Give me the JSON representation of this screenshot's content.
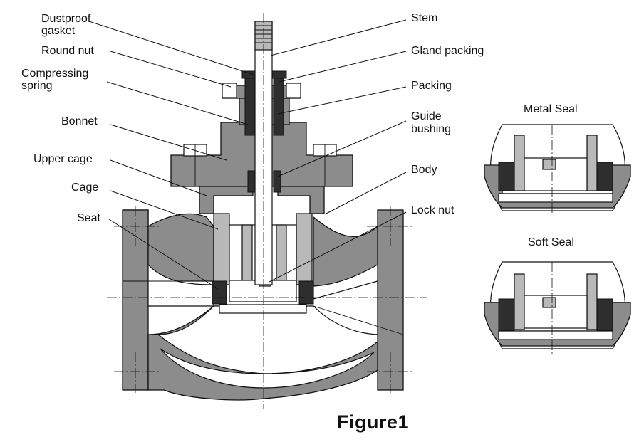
{
  "labels": {
    "dustproof_gasket": [
      "Dustproof",
      "gasket"
    ],
    "round_nut": "Round nut",
    "compressing_spring": [
      "Compressing",
      "spring"
    ],
    "bonnet": "Bonnet",
    "upper_cage": "Upper cage",
    "cage": "Cage",
    "seat": "Seat",
    "stem": "Stem",
    "gland_packing": "Gland packing",
    "packing": "Packing",
    "guide_bushing": [
      "Guide",
      "bushing"
    ],
    "body": "Body",
    "lock_nut": "Lock nut"
  },
  "insets": {
    "metal_seal": "Metal Seal",
    "soft_seal": "Soft Seal"
  },
  "caption": "Figure1"
}
